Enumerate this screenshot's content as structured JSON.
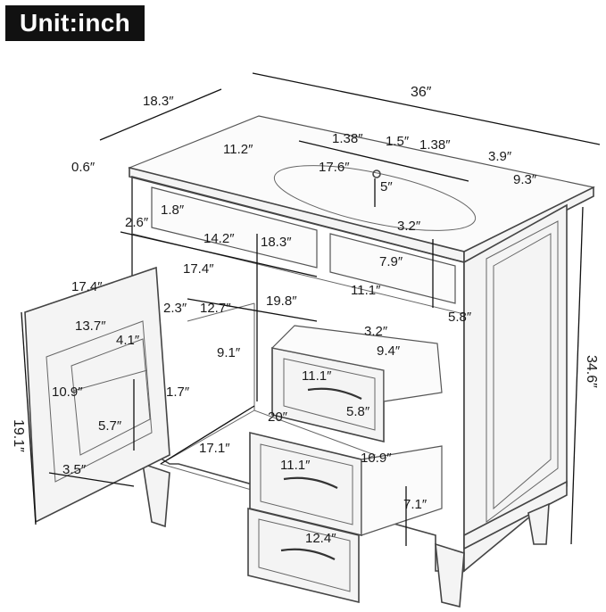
{
  "unit_label": "Unit:inch",
  "dimensions": {
    "depth_top": "18.3″",
    "width_top": "36″",
    "top_thickness": "0.6″",
    "gap_a": "1.38″",
    "gap_b": "1.5″",
    "gap_c": "1.38″",
    "basin_side": "11.2″",
    "basin_width": "17.6″",
    "faucet_to_edge": "3.9″",
    "side_depth": "9.3″",
    "basin_depth": "5″",
    "drawer_gap": "3.2″",
    "hinge_height": "1.8″",
    "false_front_offset": "2.6″",
    "false_drawer_width": "14.2″",
    "interior_depth": "18.3″",
    "small_drawer_width": "7.9″",
    "door_width": "17.4″",
    "inner_width": "17.4″",
    "rail_width": "11.1″",
    "shelf_depth": "19.8″",
    "right_drawer_height": "5.8″",
    "door_inner_width": "13.7″",
    "inner_small": "2.3″",
    "inner_height": "12.7″",
    "shelf_gap": "4.1″",
    "drawer1_gap": "3.2″",
    "drawer1_depth": "9.4″",
    "cabinet_height_inner": "9.1″",
    "drawer1_width": "11.1″",
    "drawer1_height": "5.8″",
    "door_panel_height": "10.9″",
    "door_offset": "1.7″",
    "door_panel_inner": "5.7″",
    "floor_depth": "20″",
    "total_height": "34.6″",
    "door_height": "19.1″",
    "floor_width": "17.1″",
    "drawer2_width": "11.1″",
    "drawer2_depth": "10.9″",
    "door_bottom": "3.5″",
    "drawer2_height": "7.1″",
    "drawer3_width": "12.4″"
  },
  "labels": [
    {
      "key": "depth_top",
      "name": "label-top-depth"
    },
    {
      "key": "width_top",
      "name": "label-top-width"
    },
    {
      "key": "top_thickness",
      "name": "label-top-thickness"
    },
    {
      "key": "gap_a",
      "name": "label-gap-a"
    },
    {
      "key": "gap_b",
      "name": "label-gap-b"
    },
    {
      "key": "gap_c",
      "name": "label-gap-c"
    },
    {
      "key": "basin_side",
      "name": "label-basin-side"
    },
    {
      "key": "basin_width",
      "name": "label-basin-width"
    },
    {
      "key": "faucet_to_edge",
      "name": "label-faucet-edge"
    },
    {
      "key": "side_depth",
      "name": "label-side-depth"
    },
    {
      "key": "basin_depth",
      "name": "label-basin-depth"
    },
    {
      "key": "drawer_gap",
      "name": "label-drawer-gap"
    },
    {
      "key": "hinge_height",
      "name": "label-hinge-height"
    },
    {
      "key": "false_front_offset",
      "name": "label-false-front-offset"
    },
    {
      "key": "false_drawer_width",
      "name": "label-false-drawer-width"
    },
    {
      "key": "interior_depth",
      "name": "label-interior-depth"
    },
    {
      "key": "small_drawer_width",
      "name": "label-small-drawer-width"
    },
    {
      "key": "door_width",
      "name": "label-door-width"
    },
    {
      "key": "inner_width",
      "name": "label-inner-width"
    },
    {
      "key": "rail_width",
      "name": "label-rail-width"
    },
    {
      "key": "shelf_depth",
      "name": "label-shelf-depth"
    },
    {
      "key": "right_drawer_height",
      "name": "label-right-drawer-height"
    },
    {
      "key": "door_inner_width",
      "name": "label-door-inner-width"
    },
    {
      "key": "inner_small",
      "name": "label-inner-small"
    },
    {
      "key": "inner_height",
      "name": "label-inner-height"
    },
    {
      "key": "shelf_gap",
      "name": "label-shelf-gap"
    },
    {
      "key": "drawer1_gap",
      "name": "label-drawer1-gap"
    },
    {
      "key": "drawer1_depth",
      "name": "label-drawer1-depth"
    },
    {
      "key": "cabinet_height_inner",
      "name": "label-cabinet-height-inner"
    },
    {
      "key": "drawer1_width",
      "name": "label-drawer1-width"
    },
    {
      "key": "drawer1_height",
      "name": "label-drawer1-height"
    },
    {
      "key": "door_panel_height",
      "name": "label-door-panel-height"
    },
    {
      "key": "door_offset",
      "name": "label-door-offset"
    },
    {
      "key": "door_panel_inner",
      "name": "label-door-panel-inner"
    },
    {
      "key": "floor_depth",
      "name": "label-floor-depth"
    },
    {
      "key": "total_height",
      "name": "label-total-height"
    },
    {
      "key": "door_height",
      "name": "label-door-height"
    },
    {
      "key": "floor_width",
      "name": "label-floor-width"
    },
    {
      "key": "drawer2_width",
      "name": "label-drawer2-width"
    },
    {
      "key": "drawer2_depth",
      "name": "label-drawer2-depth"
    },
    {
      "key": "door_bottom",
      "name": "label-door-bottom"
    },
    {
      "key": "drawer2_height",
      "name": "label-drawer2-height"
    },
    {
      "key": "drawer3_width",
      "name": "label-drawer3-width"
    }
  ]
}
